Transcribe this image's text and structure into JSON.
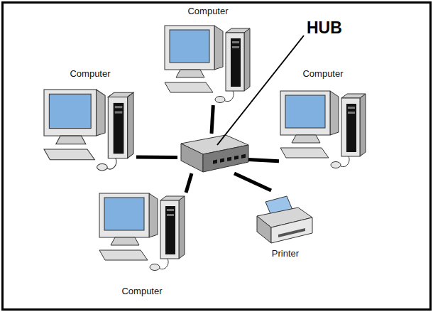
{
  "diagram": {
    "nodes": [
      {
        "text": [
          "Computer"
        ]
      },
      {
        "text": [
          "HUB"
        ]
      },
      {
        "text": [
          "Computer"
        ]
      },
      {
        "text": [
          "Computer"
        ]
      },
      {
        "text": [
          "Printer"
        ]
      },
      {
        "text": [
          "Computer"
        ]
      }
    ],
    "edges": [
      {
        "from": 1,
        "to": 0,
        "arrow": "none"
      },
      {
        "from": 1,
        "to": 2,
        "arrow": "none"
      },
      {
        "from": 1,
        "to": 3,
        "arrow": "none"
      },
      {
        "from": 1,
        "to": 4,
        "arrow": "none"
      },
      {
        "from": 1,
        "to": 5,
        "arrow": "none"
      }
    ]
  }
}
